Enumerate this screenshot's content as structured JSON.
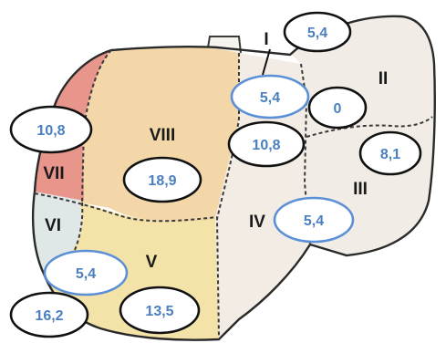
{
  "segments": {
    "I": "I",
    "II": "II",
    "III": "III",
    "IV": "IV",
    "V": "V",
    "VI": "VI",
    "VII": "VII",
    "VIII": "VIII"
  },
  "values": {
    "seg_I": "5,4",
    "upper_center": "5,4",
    "seg_II_a": "0",
    "seg_VII_side": "10,8",
    "seg_VIII": "18,9",
    "seg_IV_upper": "10,8",
    "seg_III": "8,1",
    "seg_IV_lower": "5,4",
    "seg_V_upper": "5,4",
    "seg_V_lower": "13,5",
    "seg_VI_lower": "16,2"
  },
  "colors": {
    "seg_VII": "#e8958c",
    "seg_VIII": "#f3d7a8",
    "seg_V": "#f4e3a8",
    "seg_VI": "#dfe7e7",
    "seg_IV": "#f2ece4",
    "left_lobe": "#f1ede6",
    "ellipse_black": "#111111",
    "ellipse_blue": "#5b8fd6",
    "value_text": "#4a7fc0"
  }
}
